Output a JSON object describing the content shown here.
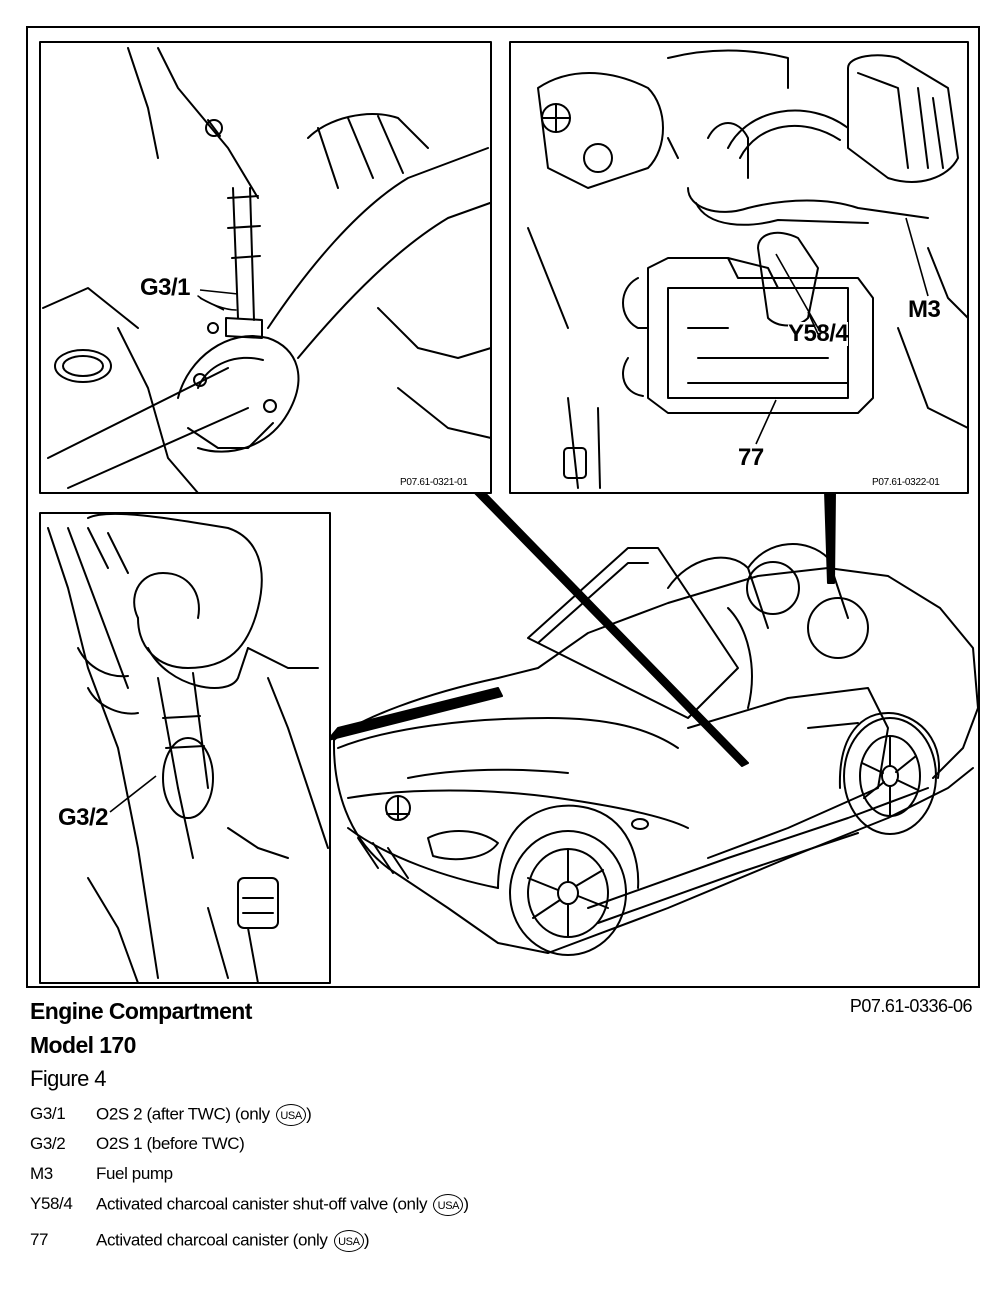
{
  "callouts": {
    "g3_1": "G3/1",
    "g3_2": "G3/2",
    "y58_4": "Y58/4",
    "m3": "M3",
    "n77": "77"
  },
  "panel_codes": {
    "top_left": "P07.61-0321-01",
    "top_right": "P07.61-0322-01"
  },
  "caption": {
    "title": "Engine Compartment",
    "model": "Model 170",
    "figure": "Figure 4",
    "code": "P07.61-0336-06"
  },
  "legend": [
    {
      "code": "G3/1",
      "desc": "O2S 2 (after TWC) (only ",
      "badge": "USA",
      "close": ")"
    },
    {
      "code": "G3/2",
      "desc": "O2S 1 (before TWC)",
      "badge": "",
      "close": ""
    },
    {
      "code": "M3",
      "desc": "Fuel pump",
      "badge": "",
      "close": ""
    },
    {
      "code": "Y58/4",
      "desc": "Activated charcoal canister shut-off valve (only ",
      "badge": "USA",
      "close": ")"
    },
    {
      "code": "77",
      "desc": "Activated charcoal canister (only ",
      "badge": "USA",
      "close": ")"
    }
  ]
}
